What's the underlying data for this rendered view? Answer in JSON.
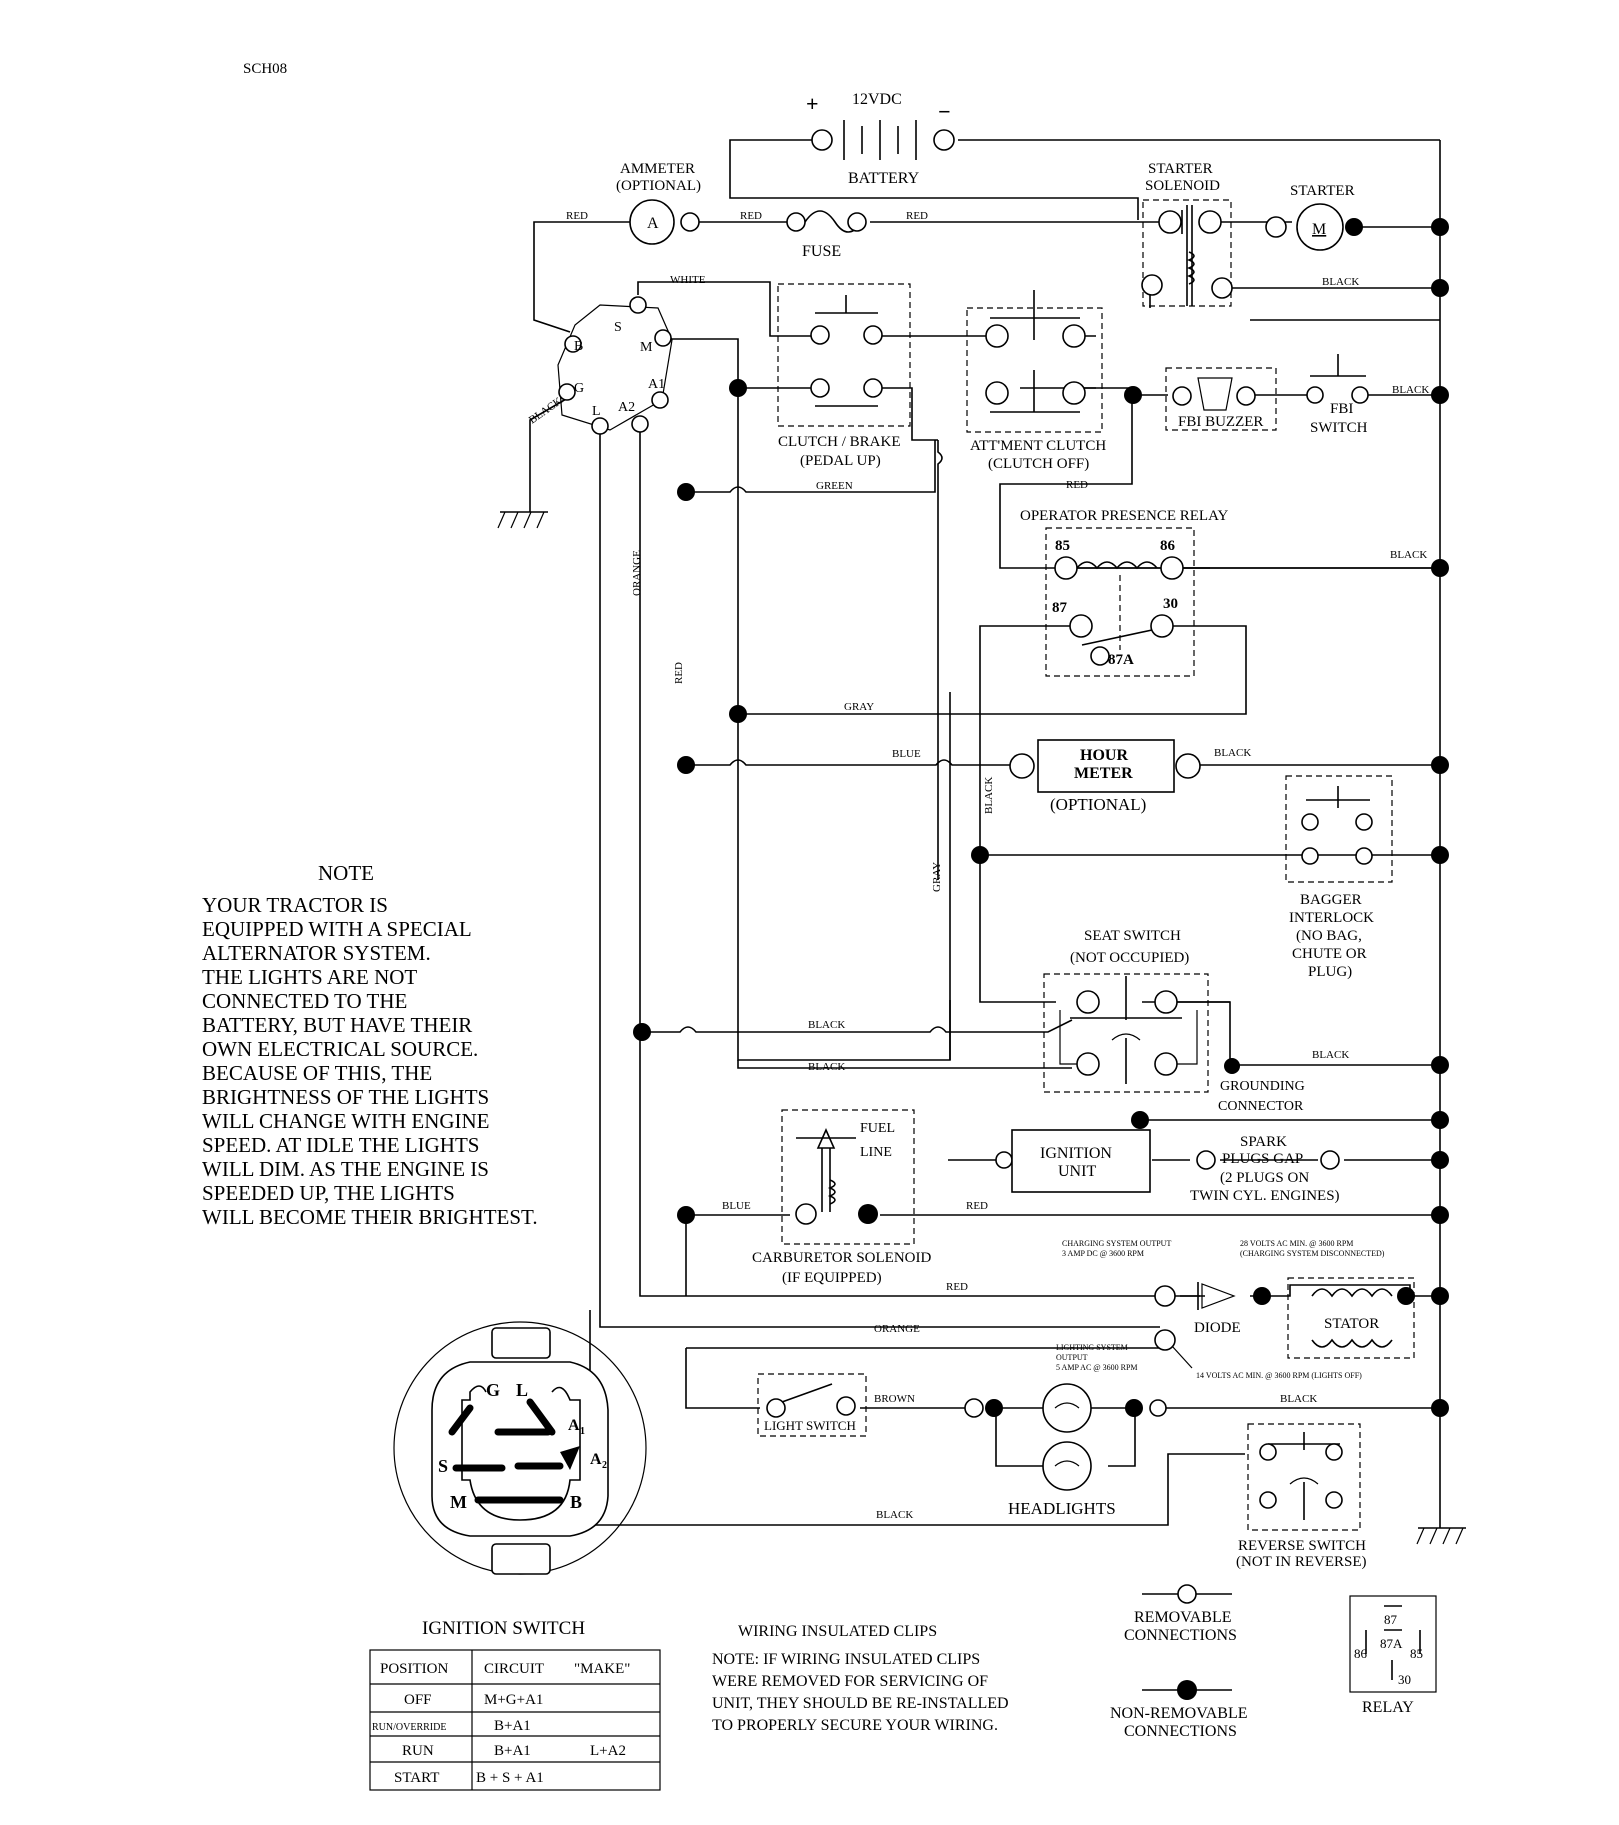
{
  "doc_id": "SCH08",
  "battery": {
    "voltage": "12VDC",
    "label": "BATTERY",
    "plus": "+",
    "minus": "−"
  },
  "ammeter": {
    "label": "AMMETER",
    "sub": "(OPTIONAL)",
    "symbol": "A"
  },
  "fuse": "FUSE",
  "starter_solenoid": {
    "line1": "STARTER",
    "line2": "SOLENOID"
  },
  "starter": {
    "label": "STARTER",
    "symbol": "M"
  },
  "ignition_terminals": {
    "s": "S",
    "m": "M",
    "b": "B",
    "g": "G",
    "a1": "A1",
    "l": "L",
    "a2": "A2"
  },
  "clutch_brake": {
    "line1": "CLUTCH / BRAKE",
    "line2": "(PEDAL UP)"
  },
  "attment_clutch": {
    "line1": "ATT'MENT CLUTCH",
    "line2": "(CLUTCH OFF)"
  },
  "fbi_buzzer": "FBI BUZZER",
  "fbi_switch": {
    "line1": "FBI",
    "line2": "SWITCH"
  },
  "relay_block": {
    "title": "OPERATOR PRESENCE RELAY",
    "p85": "85",
    "p86": "86",
    "p87": "87",
    "p30": "30",
    "p87a": "87A"
  },
  "hour_meter": {
    "line1": "HOUR",
    "line2": "METER",
    "sub": "(OPTIONAL)"
  },
  "bagger": {
    "l1": "BAGGER",
    "l2": "INTERLOCK",
    "l3": "(NO BAG,",
    "l4": "CHUTE OR",
    "l5": "PLUG)"
  },
  "seat_switch": {
    "line1": "SEAT SWITCH",
    "line2": "(NOT OCCUPIED)"
  },
  "grounding": {
    "line1": "GROUNDING",
    "line2": "CONNECTOR"
  },
  "ignition_unit": {
    "line1": "IGNITION",
    "line2": "UNIT"
  },
  "spark": {
    "l1": "SPARK",
    "l2": "PLUGS GAP",
    "l3": "(2 PLUGS ON",
    "l4": "TWIN CYL. ENGINES)"
  },
  "carb": {
    "fuel": "FUEL",
    "line": "LINE",
    "line1": "CARBURETOR SOLENOID",
    "line2": "(IF EQUIPPED)"
  },
  "charging": {
    "c1": "CHARGING SYSTEM OUTPUT",
    "c2": "3 AMP DC @ 3600 RPM",
    "v1": "28 VOLTS AC MIN. @ 3600 RPM",
    "v2": "(CHARGING SYSTEM DISCONNECTED)"
  },
  "diode": "DIODE",
  "stator": "STATOR",
  "lighting": {
    "l1": "LIGHTING SYSTEM",
    "l2": "OUTPUT",
    "l3": "5 AMP AC @ 3600 RPM",
    "v": "14 VOLTS AC MIN. @ 3600 RPM (LIGHTS OFF)"
  },
  "light_switch": "LIGHT SWITCH",
  "headlights": "HEADLIGHTS",
  "reverse_switch": {
    "line1": "REVERSE SWITCH",
    "line2": "(NOT IN REVERSE)"
  },
  "wires": {
    "red": "RED",
    "white": "WHITE",
    "black": "BLACK",
    "green": "GREEN",
    "orange": "ORANGE",
    "gray": "GRAY",
    "blue": "BLUE",
    "brown": "BROWN"
  },
  "note": {
    "title": "NOTE",
    "lines": [
      "YOUR TRACTOR IS",
      "EQUIPPED WITH A SPECIAL",
      "ALTERNATOR SYSTEM.",
      "THE LIGHTS ARE NOT",
      "CONNECTED TO THE",
      "BATTERY, BUT HAVE THEIR",
      "OWN ELECTRICAL SOURCE.",
      "BECAUSE OF THIS, THE",
      "BRIGHTNESS OF THE LIGHTS",
      "WILL CHANGE WITH ENGINE",
      "SPEED.  AT IDLE THE LIGHTS",
      "WILL DIM.  AS THE ENGINE IS",
      "SPEEDED UP, THE LIGHTS",
      "WILL BECOME THEIR BRIGHTEST."
    ]
  },
  "ignition_switch": {
    "title": "IGNITION SWITCH",
    "face": {
      "g": "G",
      "l": "L",
      "a1": "A",
      "a1sub": "1",
      "a2": "A",
      "a2sub": "2",
      "s": "S",
      "m": "M",
      "b": "B"
    },
    "headers": [
      "POSITION",
      "CIRCUIT",
      "\"MAKE\""
    ],
    "rows": [
      {
        "position": "OFF",
        "circuit": "M+G+A1",
        "extra": ""
      },
      {
        "position": "RUN/OVERRIDE",
        "circuit": "B+A1",
        "extra": ""
      },
      {
        "position": "RUN",
        "circuit": "B+A1",
        "extra": "L+A2"
      },
      {
        "position": "START",
        "circuit": "B + S + A1",
        "extra": ""
      }
    ]
  },
  "clips_note": {
    "title": "WIRING INSULATED CLIPS",
    "lines": [
      "NOTE:  IF WIRING INSULATED CLIPS",
      "WERE REMOVED FOR SERVICING OF",
      " UNIT, THEY SHOULD BE RE-INSTALLED",
      "TO PROPERLY SECURE YOUR WIRING."
    ]
  },
  "legend": {
    "removable1": "REMOVABLE",
    "removable2": "CONNECTIONS",
    "nonremovable1": "NON-REMOVABLE",
    "nonremovable2": "CONNECTIONS"
  },
  "relay_legend": {
    "title": "RELAY",
    "p87": "87",
    "p87a": "87A",
    "p86": "86",
    "p85": "85",
    "p30": "30"
  }
}
